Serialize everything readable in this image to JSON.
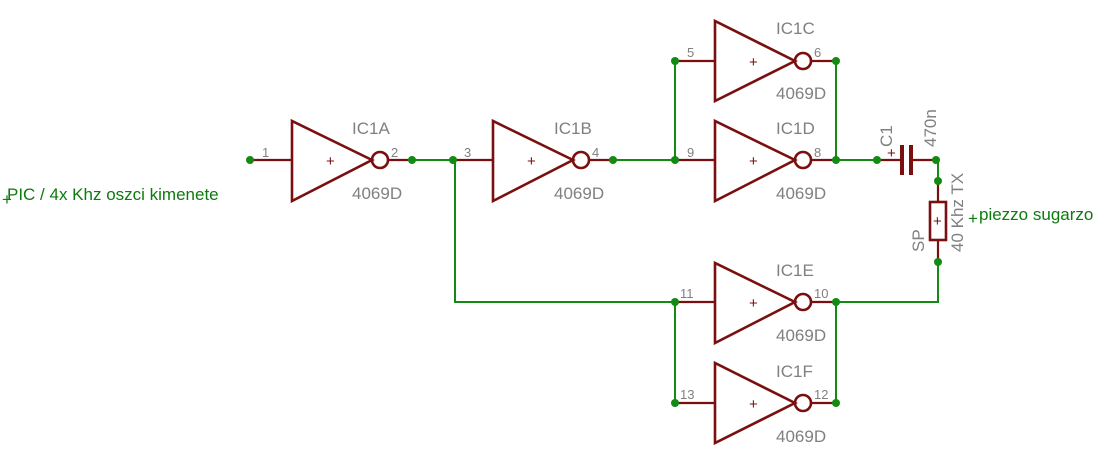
{
  "colors": {
    "wire": "#138a13",
    "part": "#7a0f0f",
    "label": "#808080",
    "net_label": "#0d7a0d"
  },
  "nets": {
    "input_label": "PIC / 4x Khz oszci kimenete",
    "output_label": "piezzo sugarzo"
  },
  "inverters": [
    {
      "name": "IC1A",
      "value": "4069D",
      "in_pin": "1",
      "out_pin": "2"
    },
    {
      "name": "IC1B",
      "value": "4069D",
      "in_pin": "3",
      "out_pin": "4"
    },
    {
      "name": "IC1C",
      "value": "4069D",
      "in_pin": "5",
      "out_pin": "6"
    },
    {
      "name": "IC1D",
      "value": "4069D",
      "in_pin": "9",
      "out_pin": "8"
    },
    {
      "name": "IC1E",
      "value": "4069D",
      "in_pin": "11",
      "out_pin": "10"
    },
    {
      "name": "IC1F",
      "value": "4069D",
      "in_pin": "13",
      "out_pin": "12"
    }
  ],
  "capacitor": {
    "name": "C1",
    "value": "470n"
  },
  "piezzo": {
    "name": "SP",
    "value": "40 Khz TX"
  }
}
